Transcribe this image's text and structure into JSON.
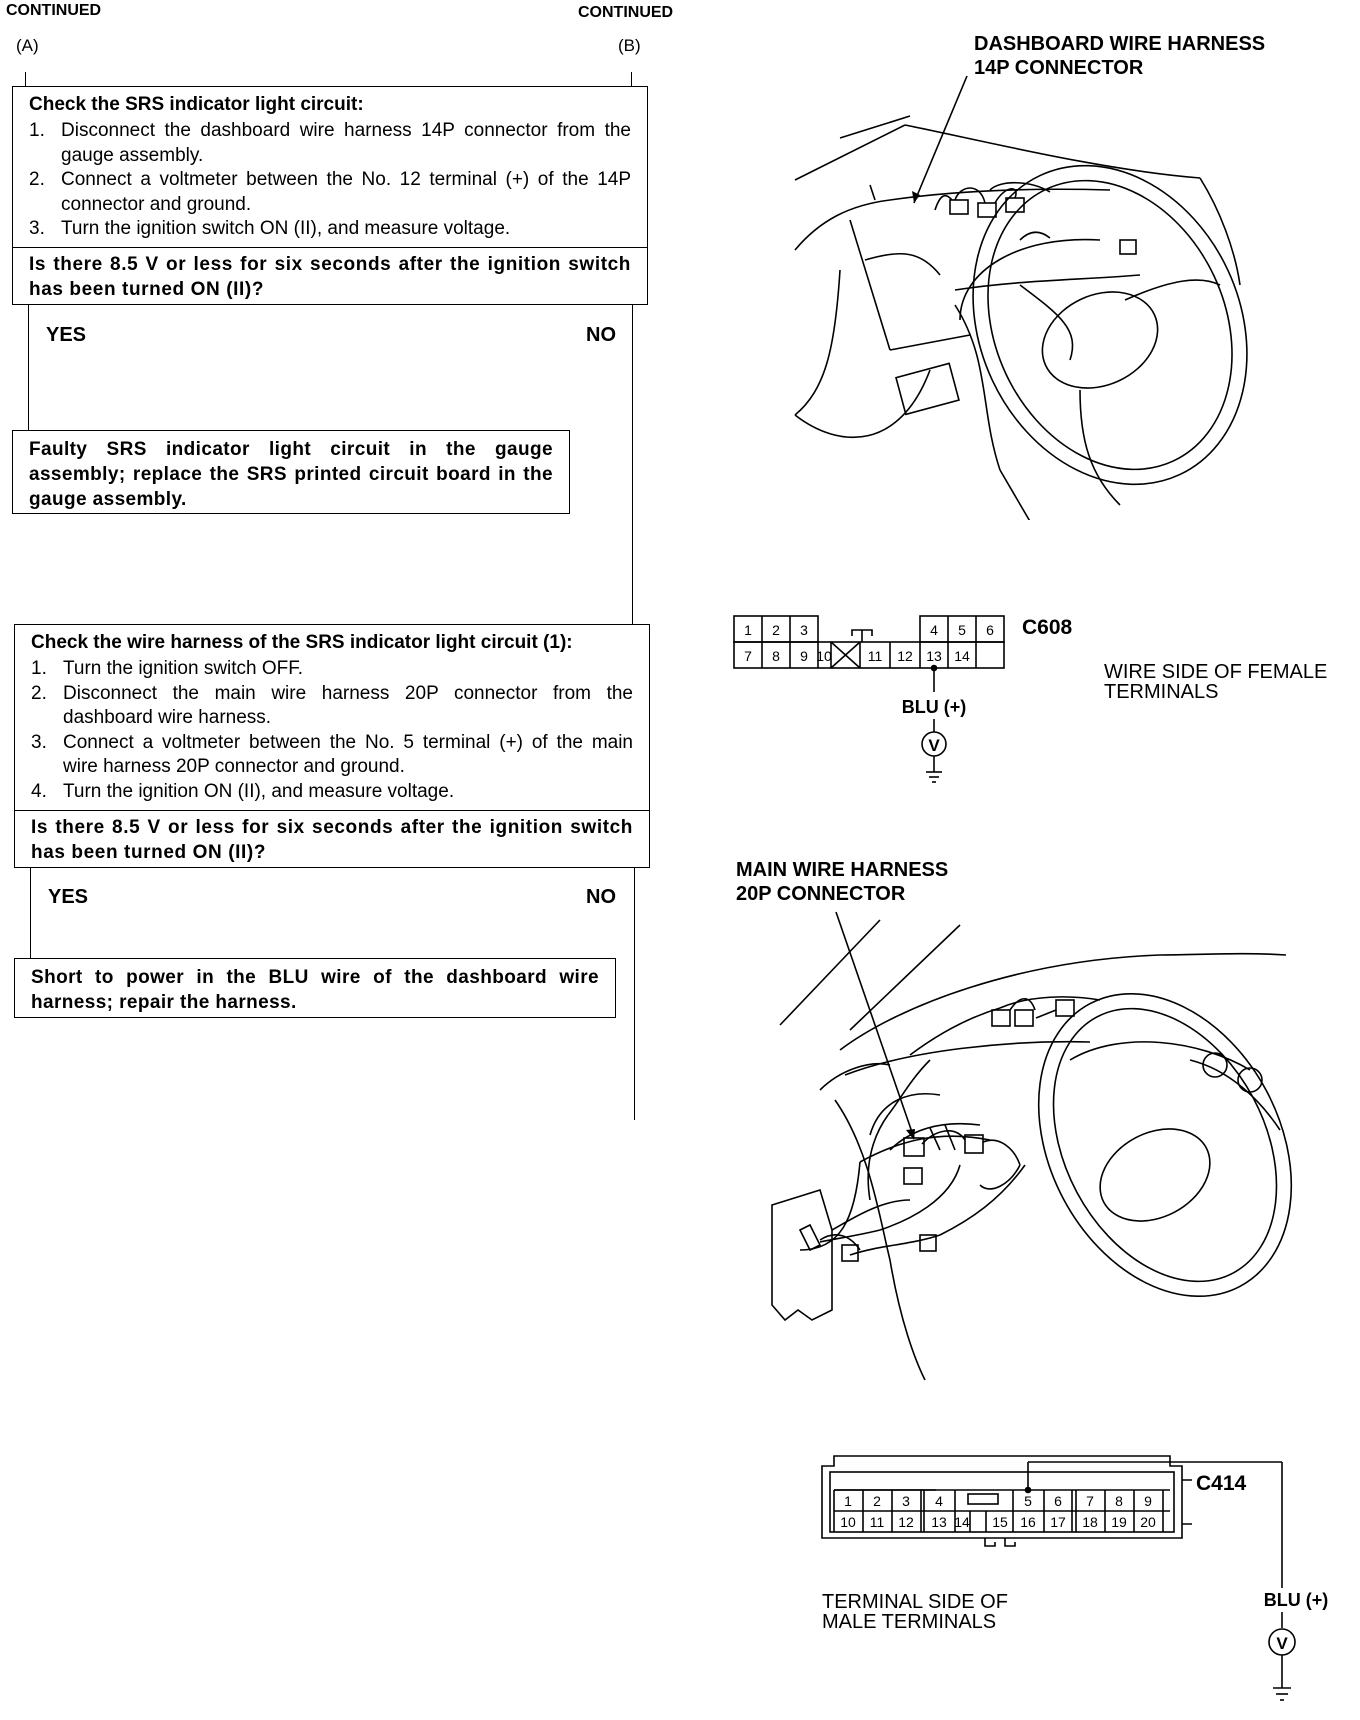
{
  "header": {
    "continued_left": "CONTINUED",
    "continued_right": "CONTINUED",
    "tag_a": "(A)",
    "tag_b": "(B)"
  },
  "step1": {
    "title": "Check the SRS indicator light circuit:",
    "steps": [
      {
        "num": "1.",
        "text": "Disconnect the dashboard wire harness 14P connector from the gauge assembly."
      },
      {
        "num": "2.",
        "text": "Connect a voltmeter between the No. 12 terminal (+) of the 14P connector and ground."
      },
      {
        "num": "3.",
        "text": "Turn the ignition switch ON (II), and measure voltage."
      }
    ],
    "question": "Is there 8.5 V or less for six seconds after the ignition switch has been turned ON (II)?",
    "yes": "YES",
    "no": "NO",
    "result": "Faulty SRS indicator light circuit in the gauge assembly; replace the SRS printed circuit board in the gauge assembly."
  },
  "step2": {
    "title": "Check the wire harness of the SRS indicator light circuit (1):",
    "steps": [
      {
        "num": "1.",
        "text": "Turn the ignition switch OFF."
      },
      {
        "num": "2.",
        "text": "Disconnect the main wire harness 20P connector from the dashboard wire harness."
      },
      {
        "num": "3.",
        "text": "Connect a voltmeter between the No. 5 terminal (+) of the main wire harness 20P connector and ground."
      },
      {
        "num": "4.",
        "text": "Turn the ignition ON (II), and measure voltage."
      }
    ],
    "question": "Is there 8.5 V or less for six seconds after the ignition switch has been turned ON (II)?",
    "yes": "YES",
    "no": "NO",
    "result": "Short to power in the BLU wire of the dashboard wire harness; repair the harness."
  },
  "diagram1": {
    "label_line1": "DASHBOARD WIRE HARNESS",
    "label_line2": "14P CONNECTOR"
  },
  "c608": {
    "id": "C608",
    "top_row_left": [
      "1",
      "2",
      "3"
    ],
    "top_row_right": [
      "4",
      "5",
      "6"
    ],
    "bottom_row": [
      "7",
      "8",
      "9",
      "10",
      "11",
      "12",
      "13",
      "14"
    ],
    "side_label_line1": "WIRE SIDE OF FEMALE",
    "side_label_line2": "TERMINALS",
    "wire_label": "BLU (+)",
    "meter_symbol": "V"
  },
  "diagram2": {
    "label_line1": "MAIN WIRE HARNESS",
    "label_line2": "20P CONNECTOR"
  },
  "c414": {
    "id": "C414",
    "top_row_left": [
      "1",
      "2",
      "3"
    ],
    "top_row_mid": [
      "4"
    ],
    "top_row_right": [
      "5",
      "6"
    ],
    "top_row_far": [
      "7",
      "8",
      "9"
    ],
    "bottom_row_left": [
      "10",
      "11",
      "12"
    ],
    "bottom_row_mid": [
      "13",
      "14",
      "15"
    ],
    "bottom_row_right": [
      "16",
      "17"
    ],
    "bottom_row_far": [
      "18",
      "19",
      "20"
    ],
    "side_label_line1": "TERMINAL SIDE OF",
    "side_label_line2": "MALE TERMINALS",
    "wire_label": "BLU (+)",
    "meter_symbol": "V"
  }
}
